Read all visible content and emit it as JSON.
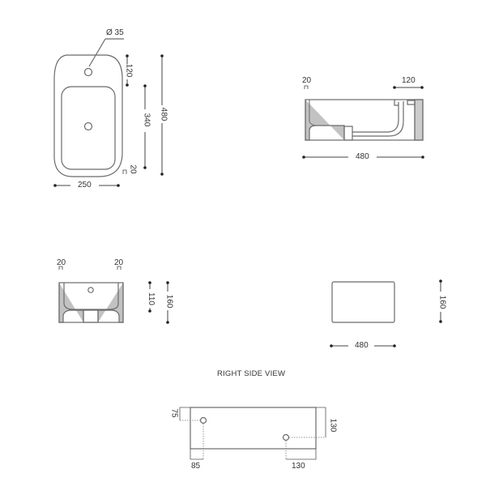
{
  "drawing": {
    "top_view": {
      "hole_diameter": "Ø 35",
      "dim_top_to_basin": "120",
      "dim_basin_length": "340",
      "dim_rim_bottom": "20",
      "dim_total_length": "480",
      "dim_width": "250"
    },
    "front_section": {
      "dim_wall": "20",
      "dim_overflow": "120",
      "dim_length": "480"
    },
    "end_section": {
      "dim_wall_left": "20",
      "dim_wall_right": "20",
      "dim_depth": "110",
      "dim_height": "160"
    },
    "side_elevation": {
      "dim_height": "160",
      "dim_length": "480"
    },
    "right_side_view": {
      "title": "RIGHT SIDE VIEW",
      "dim_hole1_from_top": "75",
      "dim_hole1_from_left": "85",
      "dim_hole2_from_top": "130",
      "dim_hole2_from_right": "130"
    }
  }
}
